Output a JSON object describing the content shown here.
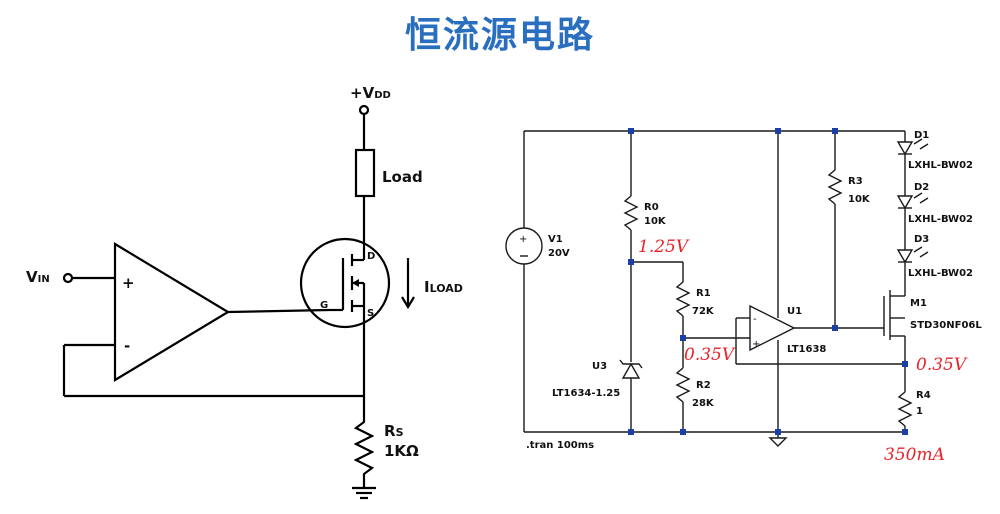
{
  "title": "恒流源电路",
  "left": {
    "vdd": "+V",
    "vdd_sub": "DD",
    "load": "Load",
    "vin": "V",
    "vin_sub": "IN",
    "plus": "+",
    "minus": "-",
    "d": "D",
    "g": "G",
    "s": "S",
    "iload": "I",
    "iload_sub": "LOAD",
    "rs": "R",
    "rs_sub": "S",
    "rs_val": "1KΩ"
  },
  "right": {
    "v1": "V1",
    "v1_val": "20V",
    "r0": "R0",
    "r0_val": "10K",
    "r1": "R1",
    "r1_val": "72K",
    "r2": "R2",
    "r2_val": "28K",
    "r3": "R3",
    "r3_val": "10K",
    "r4": "R4",
    "r4_val": "1",
    "u1": "U1",
    "u1_part": "LT1638",
    "u3": "U3",
    "u3_part": "LT1634-1.25",
    "d1": "D1",
    "d2": "D2",
    "d3": "D3",
    "led_part": "LXHL-BW02",
    "m1": "M1",
    "m1_part": "STD30NF06L",
    "tran": ".tran 100ms",
    "note_125": "1.25V",
    "note_035a": "0.35V",
    "note_035b": "0.35V",
    "note_350": "350mA"
  }
}
